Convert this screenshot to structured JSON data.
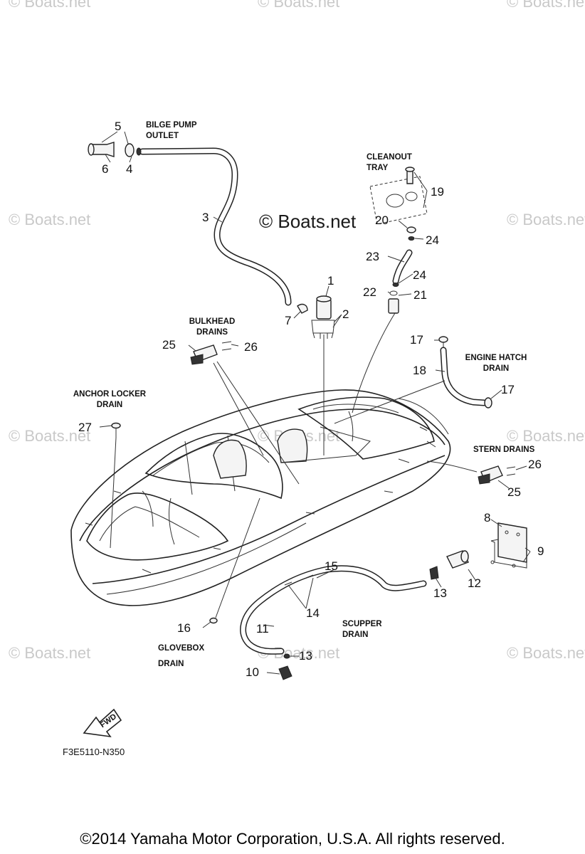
{
  "watermarks": {
    "corner": "© Boats.net",
    "center": "© Boats.net"
  },
  "callouts": {
    "n1": "1",
    "n2": "2",
    "n3": "3",
    "n4": "4",
    "n5": "5",
    "n6": "6",
    "n7": "7",
    "n8": "8",
    "n9": "9",
    "n10": "10",
    "n11": "11",
    "n12": "12",
    "n13a": "13",
    "n13b": "13",
    "n14": "14",
    "n15": "15",
    "n16": "16",
    "n17a": "17",
    "n17b": "17",
    "n18": "18",
    "n19": "19",
    "n20": "20",
    "n21": "21",
    "n22": "22",
    "n23": "23",
    "n24a": "24",
    "n24b": "24",
    "n25a": "25",
    "n25b": "25",
    "n26a": "26",
    "n26b": "26",
    "n27": "27"
  },
  "labels": {
    "bilge_pump_outlet": [
      "BILGE PUMP",
      "OUTLET"
    ],
    "cleanout_tray": [
      "CLEANOUT",
      "TRAY"
    ],
    "bulkhead_drains": [
      "BULKHEAD",
      "DRAINS"
    ],
    "engine_hatch_drain": [
      "ENGINE HATCH",
      "DRAIN"
    ],
    "anchor_locker_drain": [
      "ANCHOR LOCKER",
      "DRAIN"
    ],
    "stern_drains": "STERN DRAINS",
    "scupper_drain": [
      "SCUPPER",
      "DRAIN"
    ],
    "glovebox_drain": [
      "GLOVEBOX",
      "DRAIN"
    ]
  },
  "fwd_arrow": "FWD",
  "diagram_code": "F3E5110-N350",
  "copyright": "©2014 Yamaha Motor Corporation, U.S.A. All rights reserved."
}
